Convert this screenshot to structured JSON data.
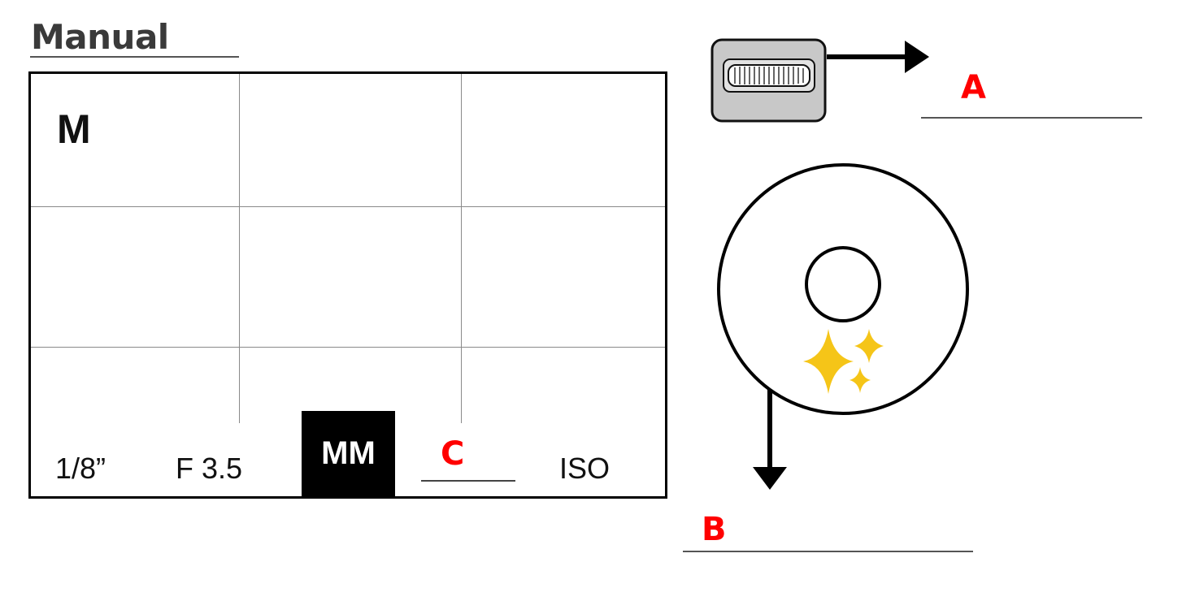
{
  "header": {
    "title": "Manual"
  },
  "screen": {
    "mode_letter": "M",
    "shutter": "1/8”",
    "aperture": "F 3.5",
    "focus_mode": "MM",
    "iso_label": "ISO",
    "blank_label": "C"
  },
  "callouts": {
    "dial_label": "A",
    "wheel_label": "B"
  },
  "colors": {
    "label_red": "#ff0000",
    "sparkle": "#f5c518",
    "text_dark": "#3a3a3a"
  },
  "icons": {
    "dial": "thumb-dial-icon",
    "wheel": "control-wheel-icon",
    "sparkle": "sparkle-icon"
  }
}
